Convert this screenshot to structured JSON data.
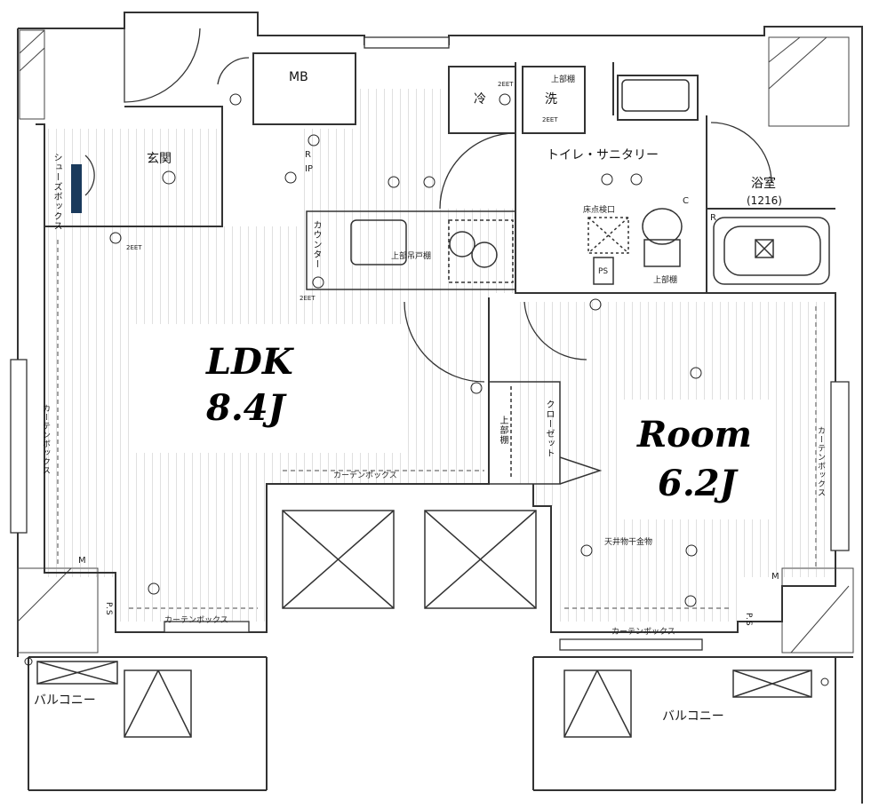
{
  "rooms": {
    "ldk": {
      "name": "LDK",
      "size": "8.4J"
    },
    "room": {
      "name": "Room",
      "size": "6.2J"
    },
    "entrance": "玄関",
    "mb": "MB",
    "toilet_sanitary": "トイレ・サニタリー",
    "bathroom": "浴室",
    "bathroom_size": "(1216)",
    "balcony_left": "バルコニー",
    "balcony_right": "バルコニー"
  },
  "fixtures": {
    "fridge": "冷",
    "washer": "洗",
    "shoe_box": "シューズボックス",
    "counter": "カウンター",
    "range_hood": "上部吊戸棚",
    "closet": "クローゼット",
    "upper_shelf": "上部棚",
    "curtain_box": "カーテンボックス",
    "curtain_box_left": "カーテンボックス",
    "curtain_box_right": "カーテンボックス",
    "curtain_box_bottom_left": "カーテンボックス",
    "curtain_box_bottom_right": "カーテンボックス",
    "floor_inspection": "床点検口",
    "ceiling_hardware": "天井物干金物",
    "upper_cabinet_washer": "上部棚",
    "upper_cabinet_toilet": "上部棚",
    "ps": "PS",
    "ps_left": "P.S",
    "ps_right": "P.S",
    "eet_marks": [
      "2EET",
      "2EET",
      "2EET",
      "2EET"
    ]
  },
  "symbols": {
    "r": "R",
    "ip": "IP",
    "c": "C",
    "r2": "R",
    "m_left": "M",
    "m_right": "M"
  }
}
